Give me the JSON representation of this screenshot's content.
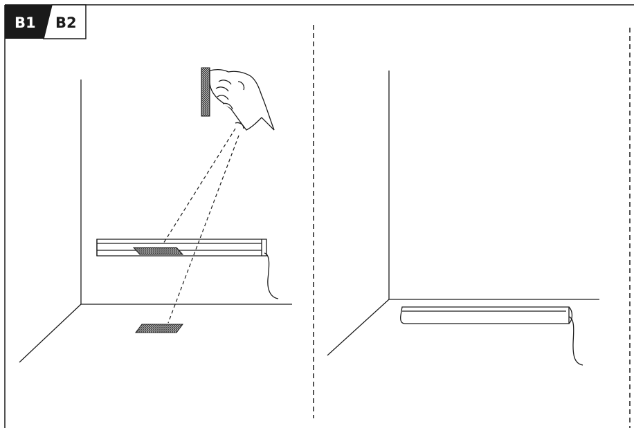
{
  "tabs": [
    {
      "label": "B1",
      "style": "dark"
    },
    {
      "label": "B2",
      "style": "light"
    }
  ],
  "colors": {
    "line": "#1a1a1a",
    "tab_dark_bg": "#1a1a1a",
    "tab_dark_text": "#ffffff",
    "tab_light_text": "#1a1a1a",
    "adhesive_hatch": "#4a4a4a"
  },
  "panels": [
    {
      "name": "step-b1",
      "objects": [
        "wall-corner",
        "light-bar-with-adhesive-strip",
        "adhesive-strip-on-floor",
        "hand-holding-adhesive-strip",
        "power-cable"
      ]
    },
    {
      "name": "step-b2",
      "objects": [
        "wall-corner",
        "light-bar-mounted",
        "power-cable"
      ]
    }
  ]
}
